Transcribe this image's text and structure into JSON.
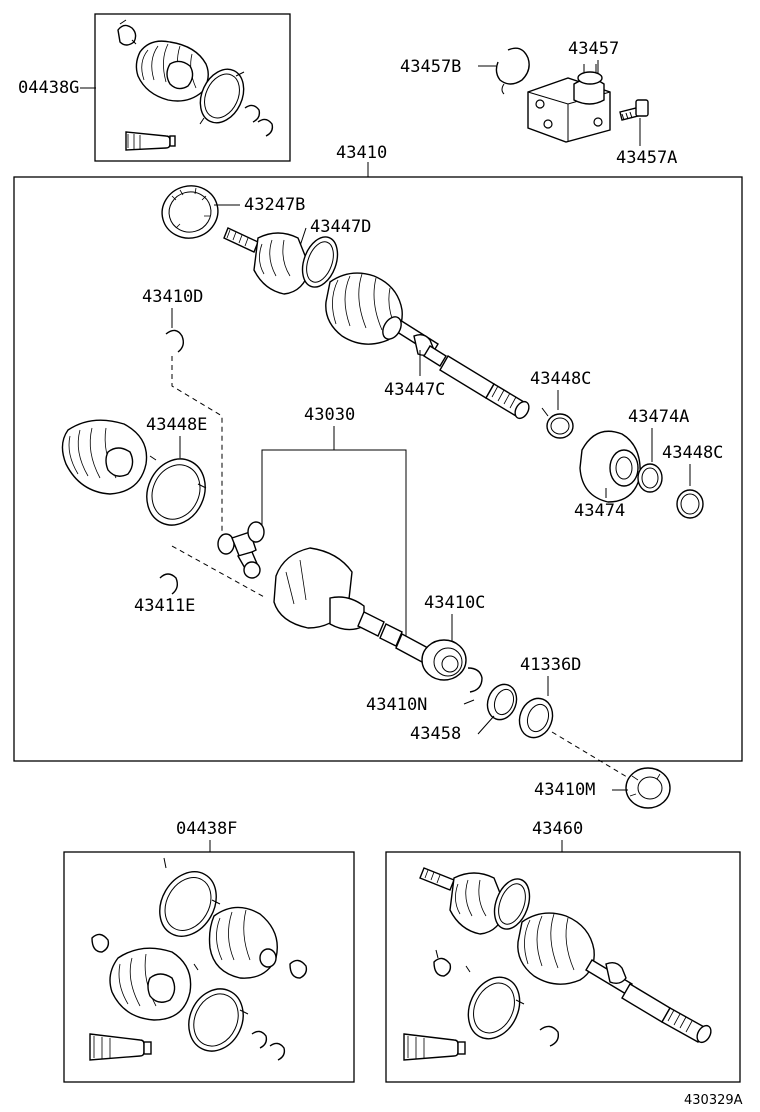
{
  "callouts": {
    "kit_04438G": "04438G",
    "bracket_43457": "43457",
    "snap_43457B": "43457B",
    "bolt_43457A": "43457A",
    "shaft_43410": "43410",
    "ring_43247B": "43247B",
    "clamp_43447D": "43447D",
    "ring_43410D": "43410D",
    "clamp_43447C": "43447C",
    "clamp_43448C_a": "43448C",
    "clamp_43448E": "43448E",
    "joint_43030": "43030",
    "ring_43474A": "43474A",
    "clamp_43448C_b": "43448C",
    "damper_43474": "43474",
    "ring_43411E": "43411E",
    "bearing_43410C": "43410C",
    "seal_41336D": "41336D",
    "snap_43410N": "43410N",
    "ring_43458": "43458",
    "seal_43410M": "43410M",
    "kit_04438F": "04438F",
    "shaft_43460": "43460"
  },
  "figure_id": "430329A"
}
